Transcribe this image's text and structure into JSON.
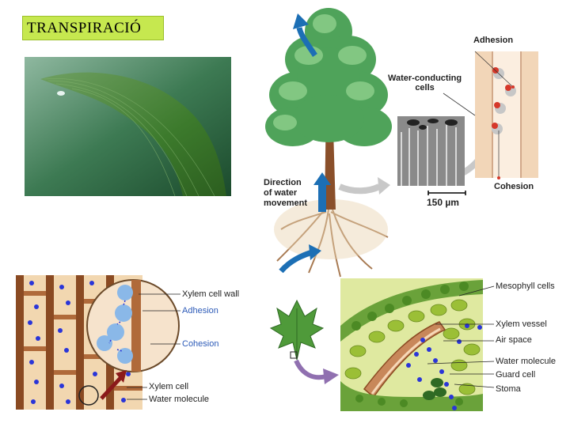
{
  "title": "TRANSPIRACIÓ",
  "tree_panel": {
    "adhesion": "Adhesion",
    "water_conducting_cells": "Water-conducting\ncells",
    "direction": "Direction\nof water\nmovement",
    "cohesion": "Cohesion",
    "scale": "150 µm"
  },
  "xylem_panel": {
    "xylem_cell_wall": "Xylem cell wall",
    "adhesion": "Adhesion",
    "cohesion": "Cohesion",
    "xylem_cell": "Xylem cell",
    "water_molecule": "Water molecule"
  },
  "leaf_panel": {
    "mesophyll_cells": "Mesophyll cells",
    "xylem_vessel": "Xylem vessel",
    "air_space": "Air space",
    "water_molecule": "Water molecule",
    "guard_cell": "Guard cell",
    "stoma": "Stoma"
  },
  "colors": {
    "title_bg": "#c6e84f",
    "water_dot": "#2a35d8",
    "arrow_blue": "#1c6fb5"
  }
}
